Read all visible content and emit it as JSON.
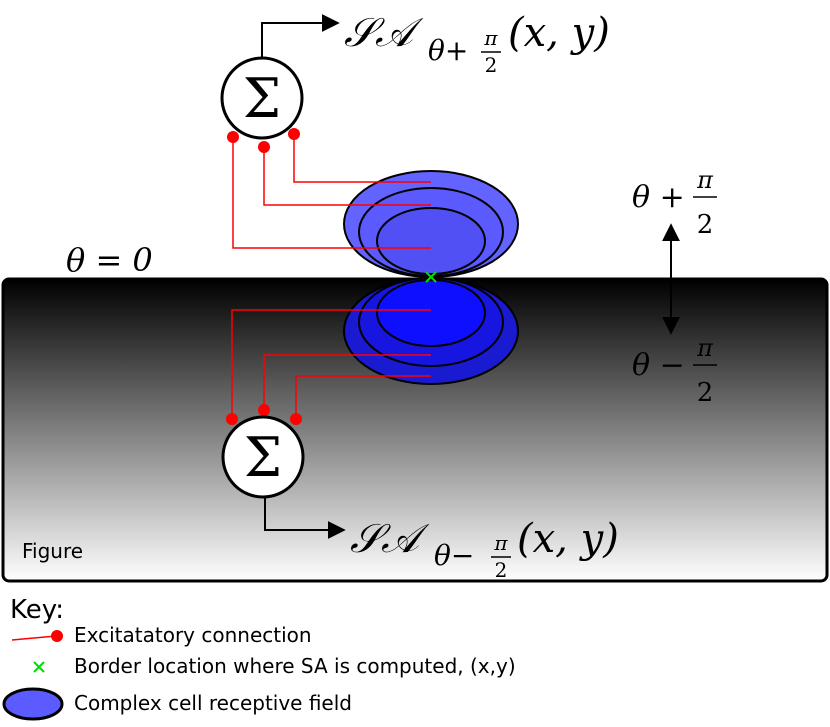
{
  "upper_output": {
    "sa": "𝒮𝒜",
    "sub_theta": "θ+",
    "sub_num": "π",
    "sub_den": "2",
    "args": "(x, y)"
  },
  "lower_output": {
    "sa": "𝒮𝒜",
    "sub_theta": "θ−",
    "sub_num": "π",
    "sub_den": "2",
    "args": "(x, y)"
  },
  "sum_symbol": "Σ",
  "theta_zero": "θ = 0",
  "theta_plus": {
    "lead": "θ +",
    "num": "π",
    "den": "2"
  },
  "theta_minus": {
    "lead": "θ −",
    "num": "π",
    "den": "2"
  },
  "figure_label": "Figure",
  "key": {
    "title": "Key:",
    "items": [
      {
        "label": "Excitatatory connection"
      },
      {
        "label": "Border location where SA is computed, (x,y)"
      },
      {
        "label": "Complex cell receptive field"
      }
    ]
  },
  "colors": {
    "connection": "#ff0000",
    "border_marker": "#00dd00",
    "receptive_field": "#5b5bff",
    "receptive_field_dark": "#1a1aa8",
    "figure_top": "#000000",
    "figure_bottom": "#ffffff"
  }
}
